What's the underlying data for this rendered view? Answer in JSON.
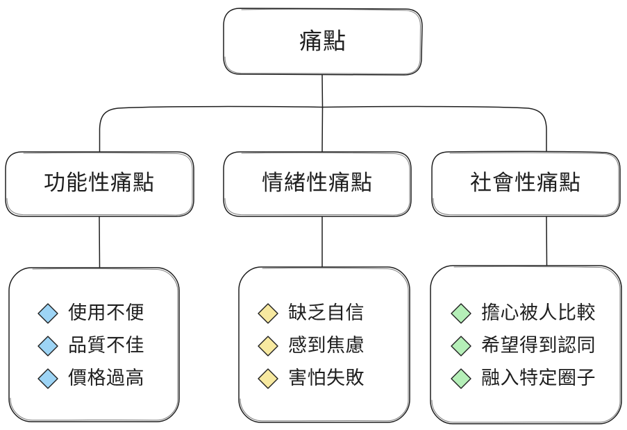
{
  "diagram": {
    "type": "mind-map-tree",
    "style": "hand-drawn",
    "background_color": "#ffffff",
    "stroke_color": "#1e1e1e",
    "root": {
      "label": "痛點"
    },
    "branches": [
      {
        "id": "functional",
        "label": "功能性痛點",
        "accent_color": "#9DD4F5",
        "items": [
          {
            "text": "使用不便",
            "bullet": "diamond-icon"
          },
          {
            "text": "品質不佳",
            "bullet": "diamond-icon"
          },
          {
            "text": "價格過高",
            "bullet": "diamond-icon"
          }
        ]
      },
      {
        "id": "emotional",
        "label": "情緒性痛點",
        "accent_color": "#F7E9A0",
        "items": [
          {
            "text": "缺乏自信",
            "bullet": "diamond-icon"
          },
          {
            "text": "感到焦慮",
            "bullet": "diamond-icon"
          },
          {
            "text": "害怕失敗",
            "bullet": "diamond-icon"
          }
        ]
      },
      {
        "id": "social",
        "label": "社會性痛點",
        "accent_color": "#B5EFB8",
        "items": [
          {
            "text": "擔心被人比較",
            "bullet": "diamond-icon"
          },
          {
            "text": "希望得到認同",
            "bullet": "diamond-icon"
          },
          {
            "text": "融入特定圈子",
            "bullet": "diamond-icon"
          }
        ]
      }
    ]
  }
}
